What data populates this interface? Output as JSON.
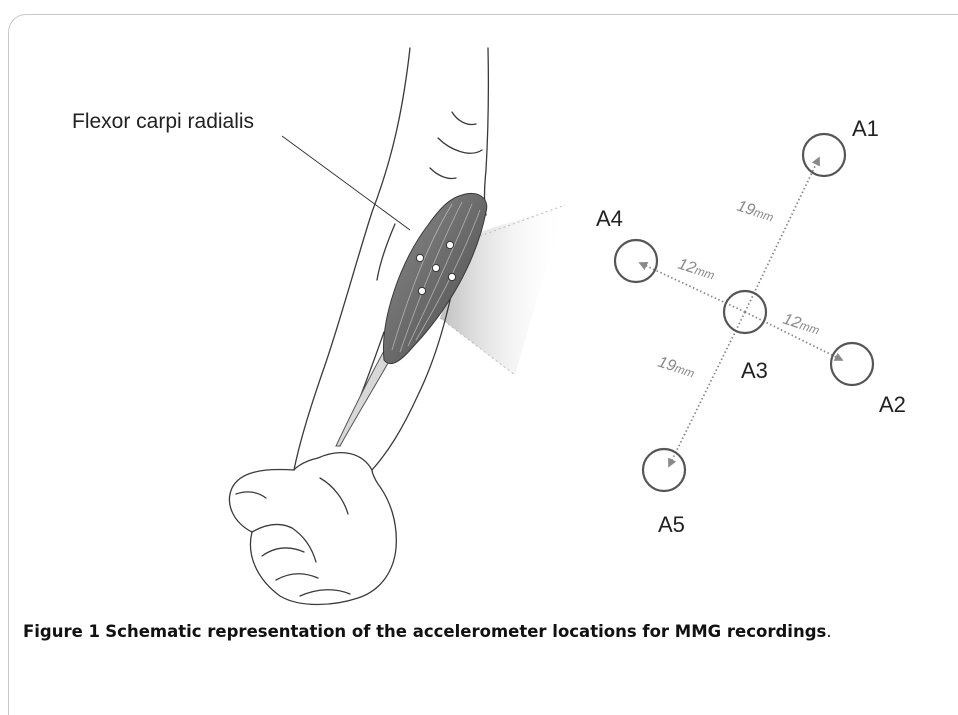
{
  "labels": {
    "muscle": "Flexor carpi radialis",
    "sensors": [
      "A1",
      "A2",
      "A3",
      "A4",
      "A5"
    ]
  },
  "distances": {
    "a1": {
      "value": "19",
      "unit": "mm"
    },
    "a4": {
      "value": "12",
      "unit": "mm"
    },
    "a2": {
      "value": "12",
      "unit": "mm"
    },
    "a5": {
      "value": "19",
      "unit": "mm"
    }
  },
  "caption": {
    "figure_label": "Figure 1",
    "bold_text": "Schematic representation of the accelerometer locations for MMG recordings",
    "end": "."
  }
}
